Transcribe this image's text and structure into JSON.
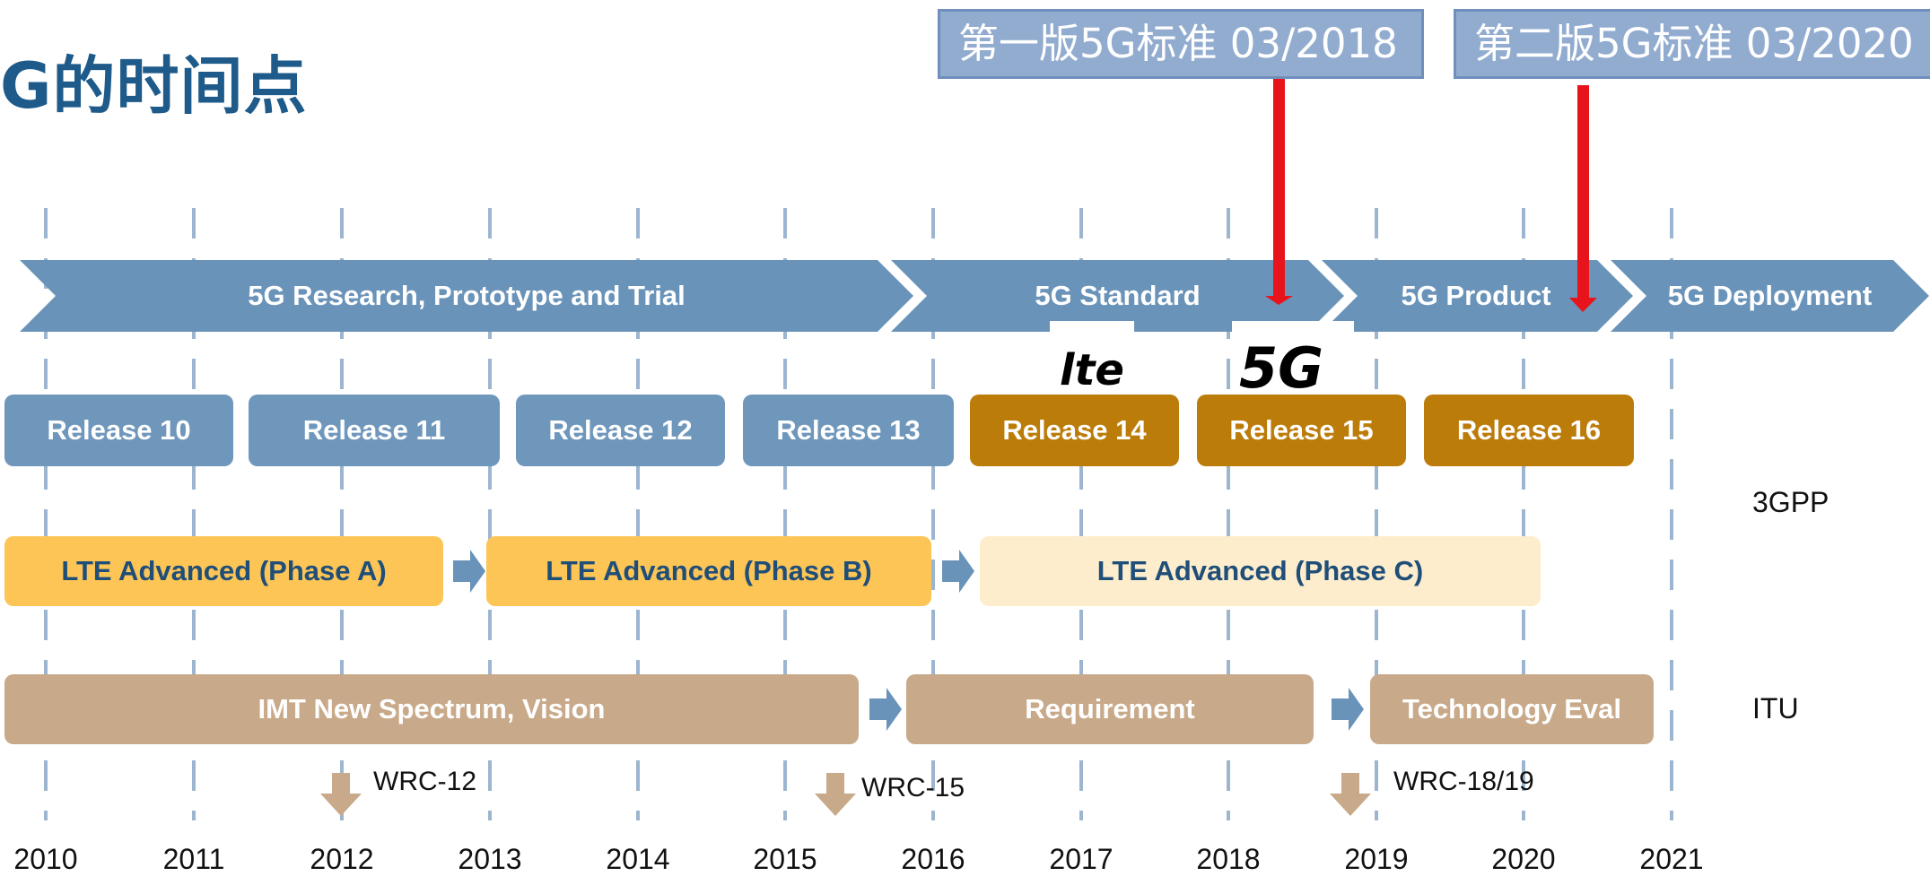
{
  "title": "G的时间点",
  "callouts": [
    "第一版5G标准 03/2018",
    "第二版5G标准 03/2020"
  ],
  "years": [
    "2010",
    "2011",
    "2012",
    "2013",
    "2014",
    "2015",
    "2016",
    "2017",
    "2018",
    "2019",
    "2020",
    "2021"
  ],
  "phases_band": [
    {
      "label": "5G Research, Prototype and Trial"
    },
    {
      "label": "5G Standard"
    },
    {
      "label": "5G Product"
    },
    {
      "label": "5G Deployment"
    }
  ],
  "releases": [
    {
      "label": "Release 10",
      "style": "blue"
    },
    {
      "label": "Release 11",
      "style": "blue"
    },
    {
      "label": "Release 12",
      "style": "blue"
    },
    {
      "label": "Release 13",
      "style": "blue"
    },
    {
      "label": "Release 14",
      "style": "gold"
    },
    {
      "label": "Release 15",
      "style": "gold"
    },
    {
      "label": "Release 16",
      "style": "gold"
    }
  ],
  "lte_advanced": [
    {
      "label": "LTE Advanced (Phase A)"
    },
    {
      "label": "LTE Advanced (Phase B)"
    },
    {
      "label": "LTE Advanced (Phase C)"
    }
  ],
  "itu_blocks": [
    {
      "label": "IMT New Spectrum, Vision"
    },
    {
      "label": "Requirement"
    },
    {
      "label": "Technology Eval"
    }
  ],
  "side_labels": {
    "gpp": "3GPP",
    "itu": "ITU"
  },
  "wrc": [
    "WRC-12",
    "WRC-15",
    "WRC-18/19"
  ],
  "logos": {
    "lte": "lte",
    "fiveg": "5G"
  },
  "colors": {
    "band": "#6a93b9",
    "release_blue": "#6f97bc",
    "release_gold": "#bc7c09",
    "phase_solid": "#fcc556",
    "phase_light": "#fdedcc",
    "itu": "#c8a989",
    "arrow_small": "#6a93b9",
    "wrc_arrow": "#c8a989",
    "callout_arrow": "#e8141c",
    "title": "#1f5b8a"
  }
}
